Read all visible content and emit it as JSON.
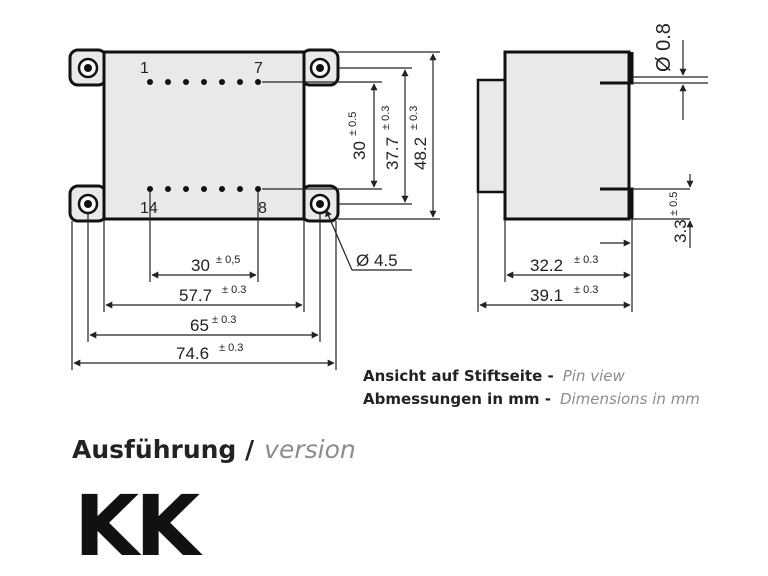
{
  "front_view": {
    "pin_labels": {
      "top_left": "1",
      "top_right": "7",
      "bottom_left": "14",
      "bottom_right": "8"
    },
    "hole_diameter": "Ø 4.5"
  },
  "dimensions": {
    "pin_row_vertical": {
      "value": "30",
      "tol": "± 0.5"
    },
    "mount_vertical": {
      "value": "37.7",
      "tol": "± 0.3"
    },
    "overall_height": {
      "value": "48.2",
      "tol": "± 0.3"
    },
    "pin_row_horizontal": {
      "value": "30",
      "tol": "± 0,5"
    },
    "body_width": {
      "value": "57.7",
      "tol": "± 0.3"
    },
    "hole_pitch": {
      "value": "65",
      "tol": "± 0.3"
    },
    "overall_width": {
      "value": "74.6",
      "tol": "± 0.3"
    },
    "side_body_depth": {
      "value": "32.2",
      "tol": "± 0.3"
    },
    "side_overall_depth": {
      "value": "39.1",
      "tol": "± 0.3"
    },
    "pin_length": {
      "value": "3.3",
      "tol": "± 0.5"
    },
    "pin_diameter": {
      "value": "Ø 0.8"
    }
  },
  "caption": {
    "line1_bold": "Ansicht auf Stiftseite -",
    "line1_italic": "Pin view",
    "line2_bold": "Abmessungen in mm -",
    "line2_italic": "Dimensions in mm"
  },
  "version": {
    "label_bold": "Ausführung /",
    "label_italic": "version",
    "code": "KK"
  }
}
